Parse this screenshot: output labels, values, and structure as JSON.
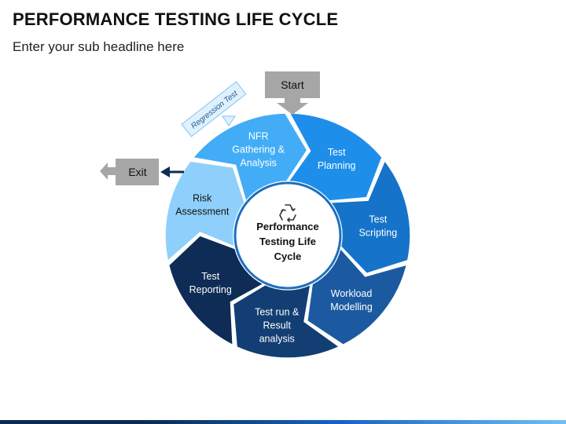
{
  "title": "PERFORMANCE TESTING LIFE CYCLE",
  "subtitle": "Enter your sub headline here",
  "start_label": "Start",
  "exit_label": "Exit",
  "regression_label": "Regression Test",
  "center": {
    "icon": "recycle-icon",
    "lines": [
      "Performance",
      "Testing Life",
      "Cycle"
    ]
  },
  "stages": [
    {
      "lines": [
        "Risk",
        "Assessment"
      ],
      "color": "#8ed0fb",
      "text_color": "#111111"
    },
    {
      "lines": [
        "NFR",
        "Gathering &",
        "Analysis"
      ],
      "color": "#42adf6",
      "text_color": "#ffffff"
    },
    {
      "lines": [
        "Test",
        "Planning"
      ],
      "color": "#1e8eeb",
      "text_color": "#ffffff"
    },
    {
      "lines": [
        "Test",
        "Scripting"
      ],
      "color": "#1574c9",
      "text_color": "#ffffff"
    },
    {
      "lines": [
        "Workload",
        "Modelling"
      ],
      "color": "#1b5aa0",
      "text_color": "#ffffff"
    },
    {
      "lines": [
        "Test run &",
        "Result",
        "analysis"
      ],
      "color": "#123e73",
      "text_color": "#ffffff"
    },
    {
      "lines": [
        "Test",
        "Reporting"
      ],
      "color": "#0e2c55",
      "text_color": "#ffffff"
    }
  ],
  "colors": {
    "center_border": "#1d6fc1",
    "start_box": "#a6a6a6",
    "exit_box": "#a6a6a6",
    "exit_arrow": "#0e2c55",
    "regression_fill": "#dff1fd",
    "regression_stroke": "#7ec4f2",
    "regression_text": "#1d5b93"
  }
}
